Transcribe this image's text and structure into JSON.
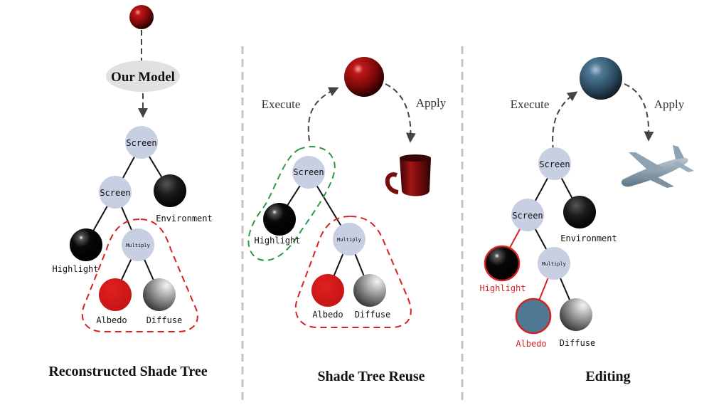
{
  "panels": [
    {
      "title": "Reconstructed Shade Tree",
      "model_label": "Our Model",
      "nodes": {
        "root": "Screen",
        "screen2": "Screen",
        "environment": "Environment",
        "highlight": "Highlight",
        "multiply": "Multiply",
        "albedo": "Albedo",
        "diffuse": "Diffuse"
      }
    },
    {
      "title": "Shade Tree Reuse",
      "execute_label": "Execute",
      "apply_label": "Apply",
      "nodes": {
        "screen": "Screen",
        "highlight": "Highlight",
        "multiply": "Multiply",
        "albedo": "Albedo",
        "diffuse": "Diffuse"
      }
    },
    {
      "title": "Editing",
      "execute_label": "Execute",
      "apply_label": "Apply",
      "nodes": {
        "root": "Screen",
        "screen2": "Screen",
        "environment": "Environment",
        "highlight": "Highlight",
        "multiply": "Multiply",
        "albedo": "Albedo",
        "diffuse": "Diffuse"
      }
    }
  ],
  "colors": {
    "node_fill": "#c9cfe3",
    "red_outline": "#d62222",
    "green_outline": "#2a9a44",
    "edited_text": "#d62222",
    "edited_albedo": "#4e7894"
  }
}
